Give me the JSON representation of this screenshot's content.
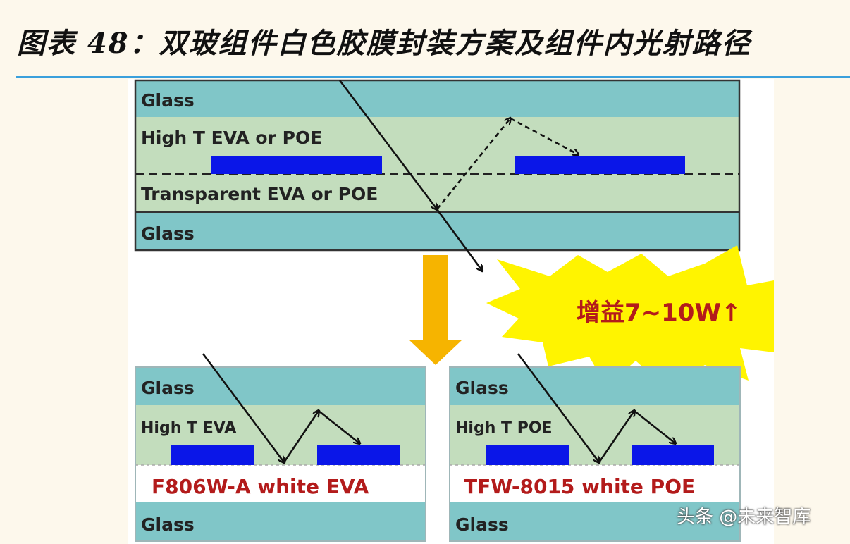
{
  "figure": {
    "title": "图表 48：双玻组件白色胶膜封装方案及组件内光射路径"
  },
  "top_module": {
    "glass_top": "Glass",
    "high_t_layer": "High T EVA or POE",
    "transparent_layer": "Transparent EVA or POE",
    "glass_bottom": "Glass"
  },
  "gain_label": "增益7~10W↑",
  "left_module": {
    "glass_top": "Glass",
    "high_t_layer": "High T EVA",
    "white_layer": "F806W-A white EVA",
    "glass_bottom": "Glass"
  },
  "right_module": {
    "glass_top": "Glass",
    "high_t_layer": "High T POE",
    "white_layer": "TFW-8015 white POE",
    "glass_bottom": "Glass"
  },
  "watermark": "头条 @未来智库",
  "colors": {
    "glass": "#80c6c8",
    "encapsulant": "#c3ddbd",
    "cell": "#0a16e8",
    "white_film": "#ffffff",
    "gain_burst": "#fff400",
    "down_arrow": "#f6b400",
    "title_rule": "#3aa0dc",
    "white_label": "#b31b1b"
  }
}
